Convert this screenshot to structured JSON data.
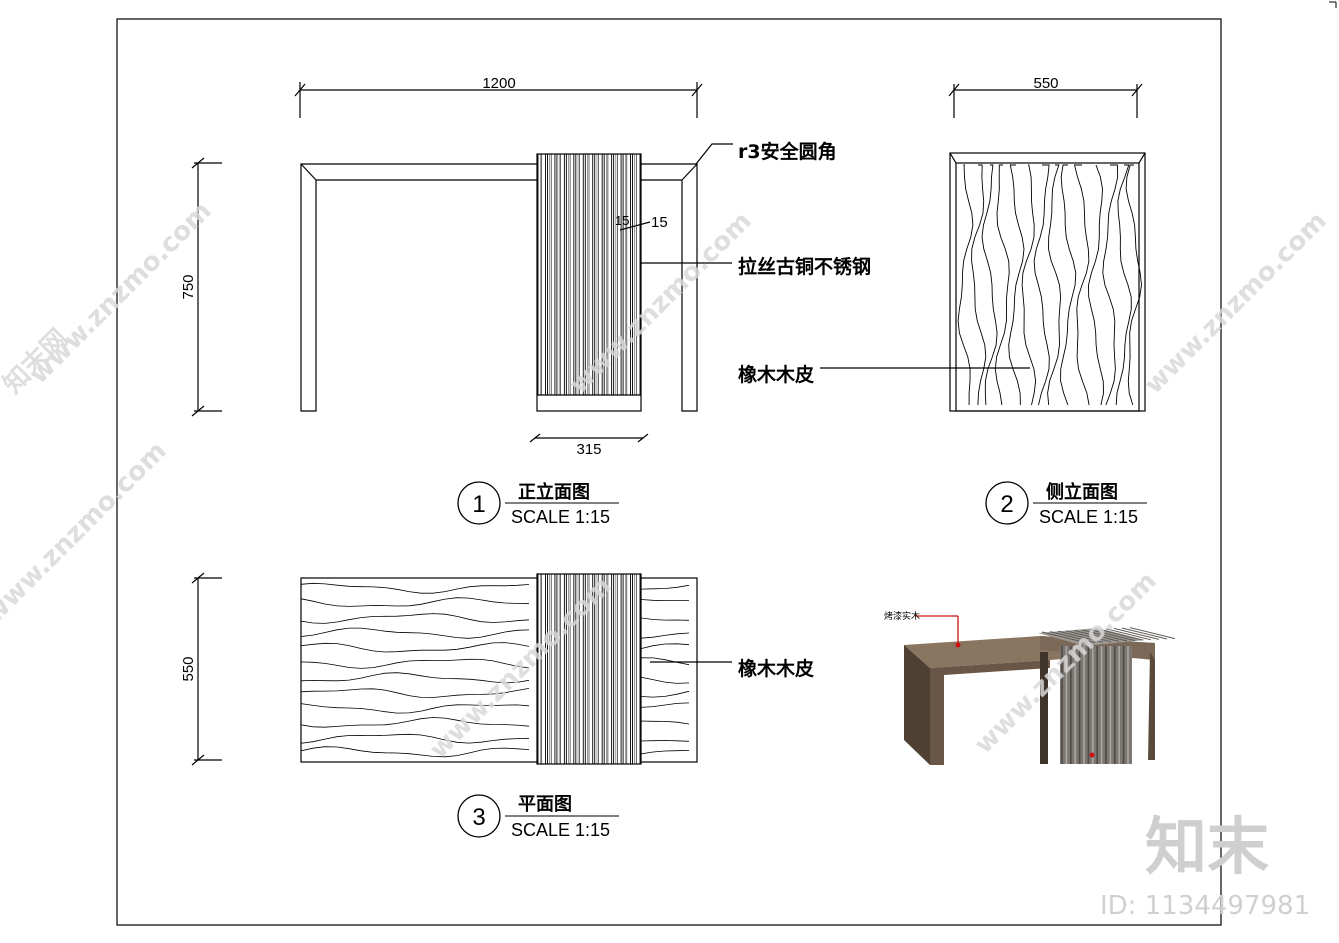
{
  "drawing": {
    "dims": {
      "front_width": "1200",
      "front_height": "750",
      "leg_width": "315",
      "bar_a": "15",
      "bar_b": "15",
      "side_width": "550",
      "plan_depth": "550"
    },
    "annotations": {
      "round_corner": "r3安全圆角",
      "steel": "拉丝古铜不锈钢",
      "veneer_side": "橡木木皮",
      "veneer_plan": "橡木木皮"
    },
    "views": [
      {
        "number": "1",
        "title": "正立面图",
        "scale": "SCALE 1:15"
      },
      {
        "number": "2",
        "title": "侧立面图",
        "scale": "SCALE 1:15"
      },
      {
        "number": "3",
        "title": "平面图",
        "scale": "SCALE 1:15"
      }
    ],
    "photo": {
      "label": "烤漆实木"
    }
  },
  "watermark": {
    "text": "www.znzmo.com",
    "brand": "知末网",
    "logo": "知末",
    "id": "ID: 1134497981"
  },
  "colors": {
    "line": "#000000",
    "watermark": "#d8d8d8",
    "wood_dark": "#5a4a3a",
    "wood_top": "#8a7560",
    "steel": "#6e6a66"
  }
}
